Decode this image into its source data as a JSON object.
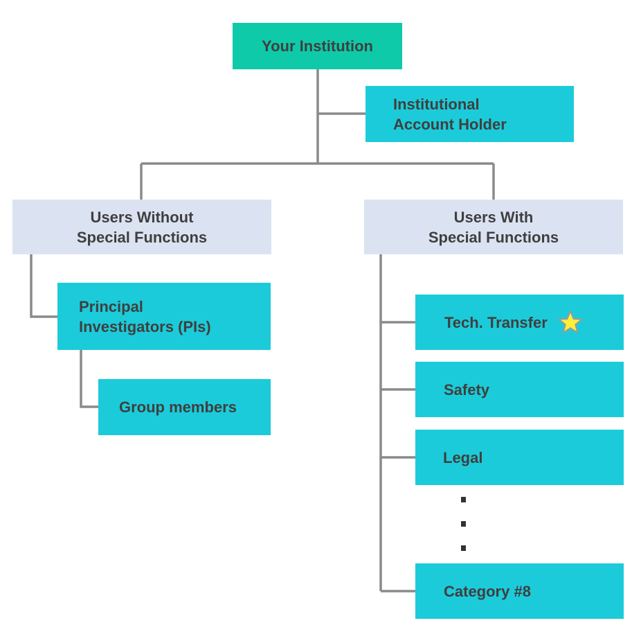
{
  "root": {
    "label": "Your Institution"
  },
  "account_holder": {
    "label": "Institutional\nAccount Holder"
  },
  "group_without": {
    "label": "Users Without\nSpecial Functions"
  },
  "group_with": {
    "label": "Users With\nSpecial Functions"
  },
  "pis": {
    "label": "Principal\nInvestigators (PIs)"
  },
  "group_members": {
    "label": "Group members"
  },
  "special_functions": [
    {
      "label": "Tech. Transfer",
      "marker": "star-icon"
    },
    {
      "label": "Safety"
    },
    {
      "label": "Legal"
    },
    {
      "label": "Category #8"
    }
  ],
  "ellipsis": {
    "dots": 3,
    "orientation": "vertical"
  },
  "colors": {
    "root": "#0ecaa9",
    "role_box": "#1ccbd9",
    "group_box": "#dbe3f2",
    "connector": "#8a8a8a",
    "text": "#3f3f3f",
    "star_fill": "#ffef3a",
    "star_stroke": "#9a9a9a"
  }
}
